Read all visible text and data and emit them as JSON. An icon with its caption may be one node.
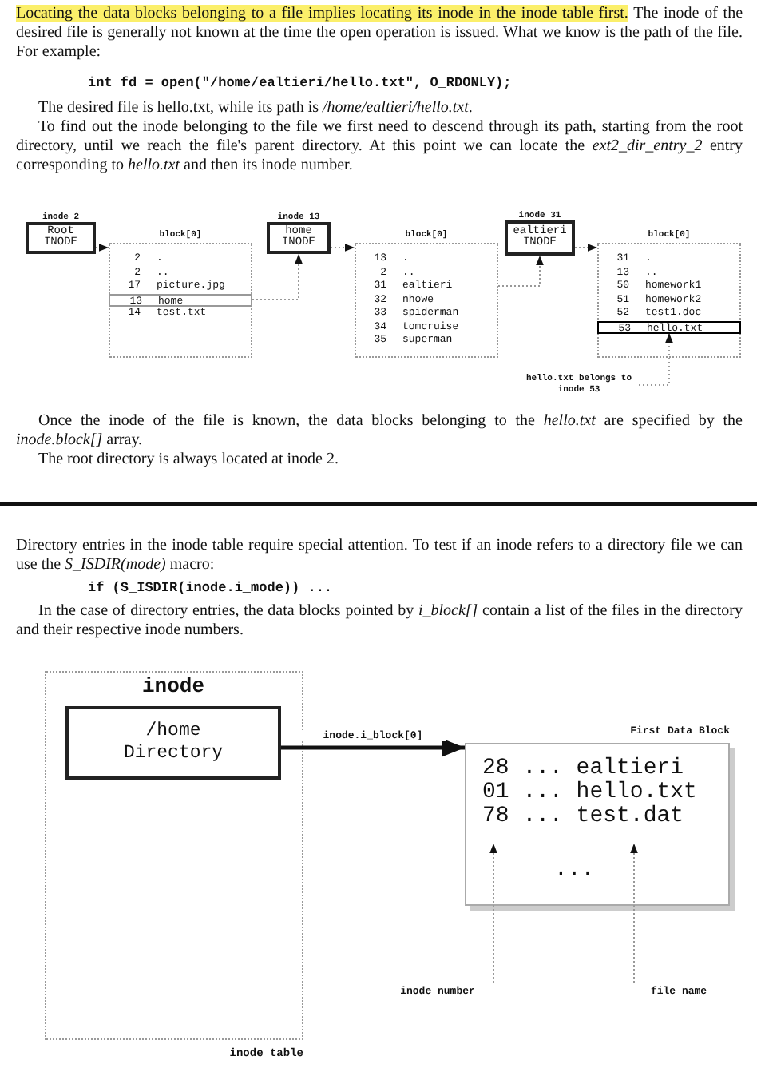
{
  "diagram": {
    "nodes": [
      {
        "text": [
          "Root INODE"
        ],
        "beside": [
          "inode 2"
        ]
      },
      {
        "text": [
          "block[0]"
        ]
      },
      {
        "text": [
          "2",
          "."
        ],
        "in": 1
      },
      {
        "text": [
          "2",
          ".."
        ],
        "in": 1
      },
      {
        "text": [
          "17",
          "picture.jpg"
        ],
        "in": 1
      },
      {
        "text": [
          "13",
          "home"
        ],
        "in": 1
      },
      {
        "text": [
          "14",
          "test.txt"
        ],
        "in": 1
      },
      {
        "text": [
          "home INODE"
        ],
        "beside": [
          "inode 13"
        ]
      },
      {
        "text": [
          "block[0]"
        ]
      },
      {
        "text": [
          "13",
          "."
        ],
        "in": 8
      },
      {
        "text": [
          "2",
          ".."
        ],
        "in": 8
      },
      {
        "text": [
          "31",
          "ealtieri"
        ],
        "in": 8
      },
      {
        "text": [
          "32",
          "nhowe"
        ],
        "in": 8
      },
      {
        "text": [
          "33",
          "spiderman"
        ],
        "in": 8
      },
      {
        "text": [
          "34",
          "tomcruise"
        ],
        "in": 8
      },
      {
        "text": [
          "35",
          "superman"
        ],
        "in": 8
      },
      {
        "text": [
          "ealtieri INODE"
        ],
        "beside": [
          "inode 31"
        ]
      },
      {
        "text": [
          "block[0]"
        ]
      },
      {
        "text": [
          "31",
          "."
        ],
        "in": 17
      },
      {
        "text": [
          "13",
          ".."
        ],
        "in": 17
      },
      {
        "text": [
          "50",
          "homework1"
        ],
        "in": 17
      },
      {
        "text": [
          "51",
          "homework2"
        ],
        "in": 17
      },
      {
        "text": [
          "52",
          "test1.doc"
        ],
        "in": 17
      },
      {
        "text": [
          "53",
          "hello.txt"
        ],
        "in": 17
      },
      {
        "text": [
          "hello.txt belongs to inode 53"
        ]
      },
      {
        "text": [
          "inode table"
        ]
      },
      {
        "text": [
          "inode",
          "/home Directory"
        ],
        "in": 25
      },
      {
        "text": [
          "First Data Block",
          "28 ... ealtieri",
          "01 ... hello.txt",
          "78 ... test.dat",
          "..."
        ]
      },
      {
        "text": [
          "inode number"
        ]
      },
      {
        "text": [
          "file name"
        ]
      }
    ],
    "edges": [
      {
        "from": 0,
        "to": 1,
        "arrow": "to",
        "style": "dashed"
      },
      {
        "from": 5,
        "to": 7,
        "arrow": "to",
        "style": "dashed"
      },
      {
        "from": 7,
        "to": 8,
        "arrow": "to",
        "style": "dashed"
      },
      {
        "from": 11,
        "to": 16,
        "arrow": "to",
        "style": "dashed"
      },
      {
        "from": 16,
        "to": 17,
        "arrow": "to",
        "style": "dashed"
      },
      {
        "from": 24,
        "to": 23,
        "arrow": "to",
        "style": "dashed"
      },
      {
        "from": 26,
        "to": 27,
        "arrow": "to",
        "label": "inode.i_block[0]",
        "style": "thick",
        "color": "#111111"
      },
      {
        "from": 28,
        "to": 27,
        "arrow": "to",
        "style": "dashed"
      },
      {
        "from": 29,
        "to": 27,
        "arrow": "to",
        "style": "dashed"
      }
    ],
    "labels": [
      "Locating the data blocks belonging to a file implies locating its inode in the inode table first.",
      "The inode of the desired file is generally not known at the time the open operation is issued. What we know is the path of the file. For example:",
      "int fd = open(\"/home/ealtieri/hello.txt\", O_RDONLY);",
      "The desired file is hello.txt, while its path is */home/ealtieri/hello.txt*.",
      "To find out the inode belonging to the file we first need to descend through its path, starting from the root directory, until we reach the file's parent directory. At this point we can locate the *ext2_dir_entry_2* entry corresponding to *hello.txt* and then its inode number.",
      "Once the inode of the file is known, the data blocks belonging to the *hello.txt* are specified by the *inode.block[]* array.",
      "The root directory is always located at inode 2.",
      "Directory entries in the inode table require special attention. To test if an inode refers to a directory file we can use the *S_ISDIR(mode)* macro:",
      "if (S_ISDIR(inode.i_mode)) ...",
      "In the case of directory entries, the data blocks pointed by *i_block[]* contain a list of the files in the directory and their respective inode numbers."
    ]
  }
}
